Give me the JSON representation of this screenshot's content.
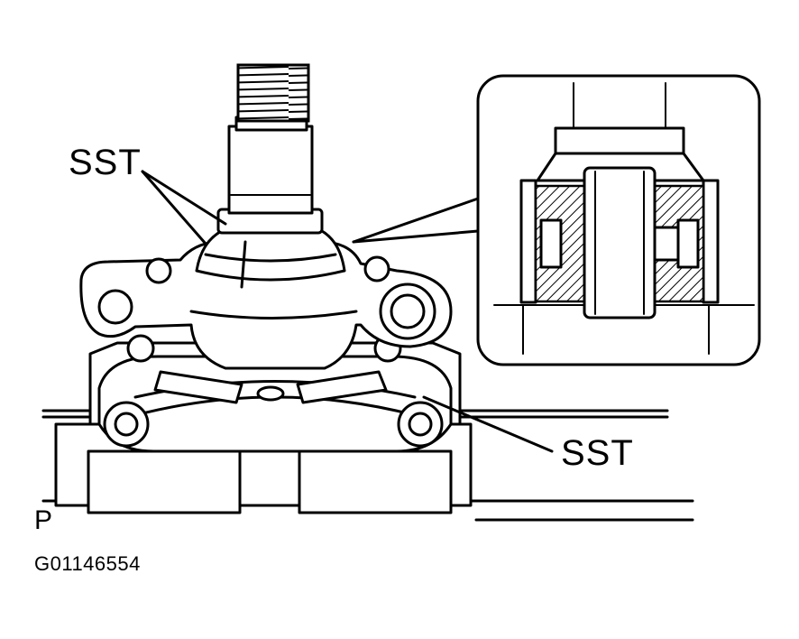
{
  "labels": {
    "sst_top": "SST",
    "sst_bottom": "SST",
    "p_mark": "P",
    "figure_code": "G01146554"
  },
  "colors": {
    "ink": "#000000",
    "paper": "#ffffff"
  }
}
